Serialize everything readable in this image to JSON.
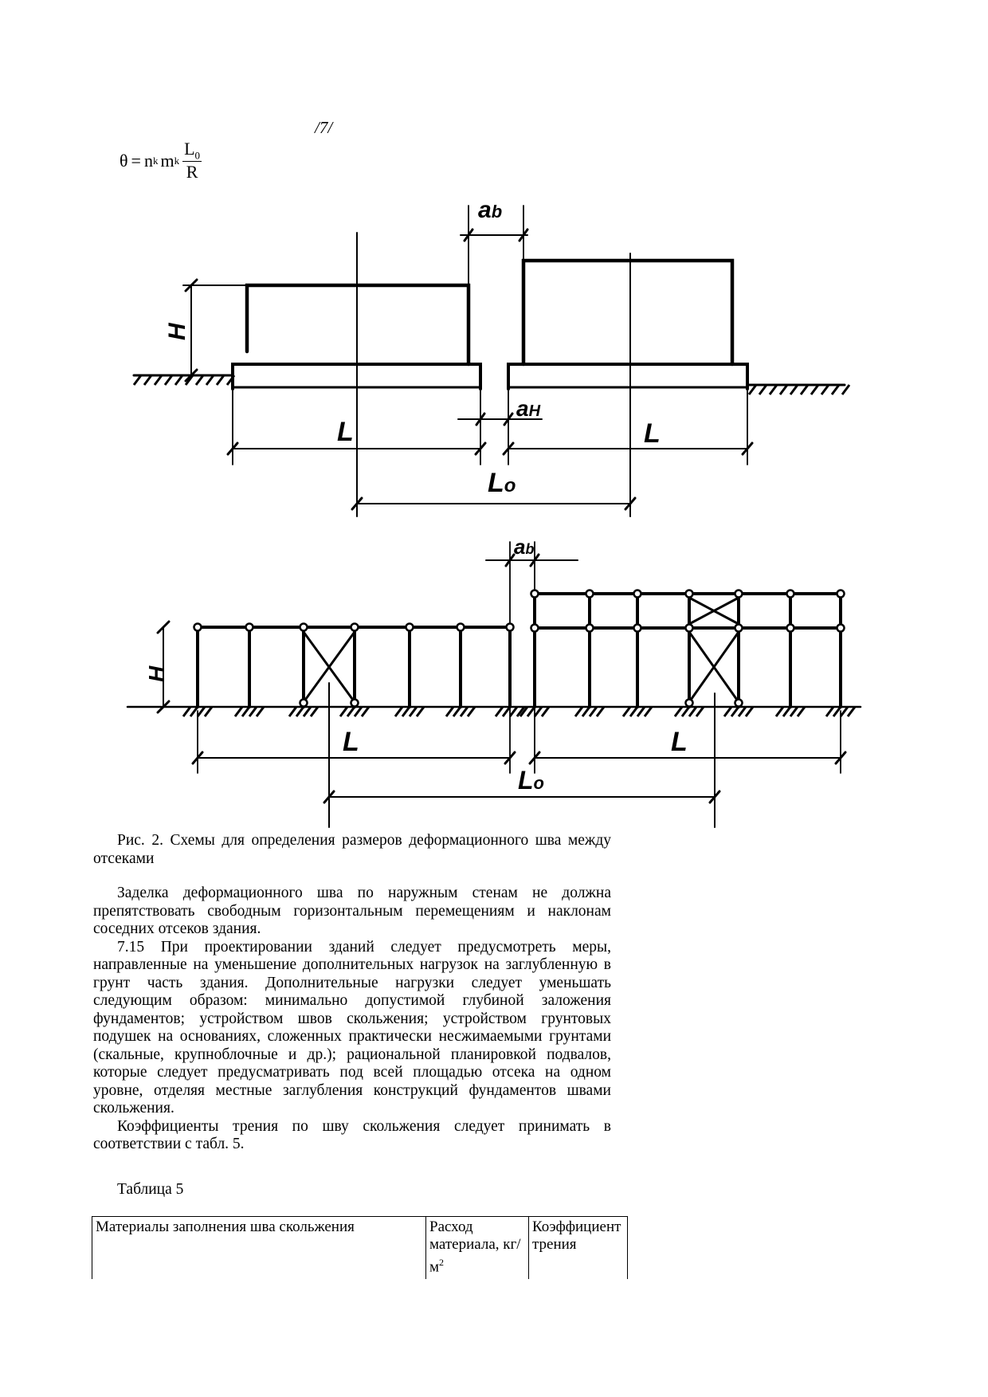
{
  "reference": "/7/",
  "formula": {
    "lhs": "θ",
    "eq": "=",
    "n": "n",
    "n_sub": "k",
    "m": "m",
    "m_sub": "k",
    "numerator_base": "L",
    "numerator_sub": "0",
    "denominator": "R"
  },
  "figure": {
    "top_labels": {
      "ab": "a",
      "ab_sub": "b",
      "H": "H",
      "aH": "a",
      "aH_sub": "H",
      "L_left": "L",
      "L_right": "L",
      "L0": "L",
      "L0_sub": "o"
    },
    "bottom_labels": {
      "ab": "a",
      "ab_sub": "b",
      "H": "H",
      "L_left": "L",
      "L_right": "L",
      "L0": "L",
      "L0_sub": "o"
    }
  },
  "caption": "Рис. 2. Схемы для определения размеров деформационного шва между отсеками",
  "paragraphs": [
    "Заделка деформационного шва по наружным стенам не должна препятствовать свободным горизонтальным перемещениям и наклонам соседних отсеков здания.",
    "7.15 При проектировании зданий следует предусмотреть меры, направленные на уменьшение дополнительных нагрузок на заглубленную в грунт часть здания. Дополнительные нагрузки следует уменьшать следующим образом: минимально допустимой глубиной заложения фундаментов; устройством швов скольжения; устройством грунтовых подушек на основаниях, сложенных практически несжимаемыми грунтами (скальные, крупноблочные и др.); рациональной планировкой подвалов, которые следует предусматривать под всей площадью отсека на одном уровне, отделяя местные заглубления конструкций фундаментов швами скольжения.",
    "Коэффициенты трения по шву скольжения следует принимать в соответствии с табл. 5."
  ],
  "table_title": "Таблица 5",
  "table": {
    "headers": [
      "Материалы заполнения шва скольжения",
      "Расход материала, кг/м",
      "Коэффициент трения"
    ],
    "header_2_sup": "2"
  }
}
